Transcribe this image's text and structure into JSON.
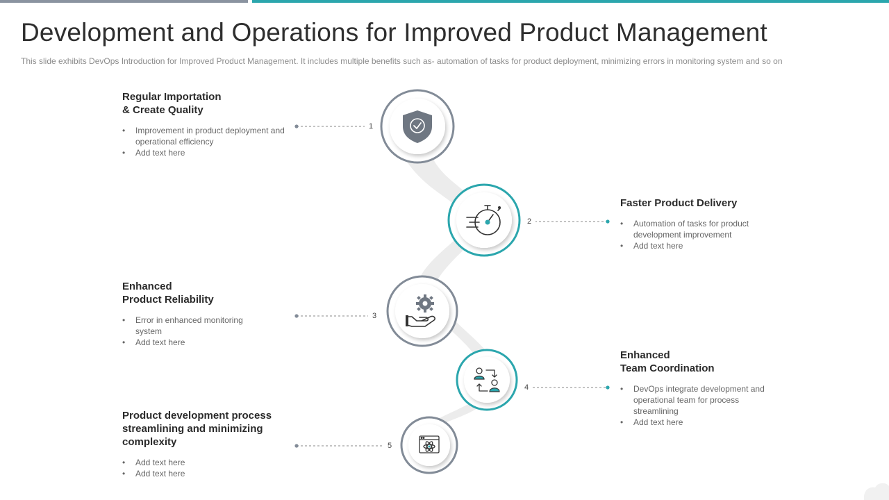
{
  "header": {
    "title": "Development and Operations for Improved Product Management",
    "subtitle": "This slide exhibits DevOps  Introduction for Improved  Product Management.  It includes multiple benefits such as- automation of tasks for product deployment,  minimizing errors in monitoring  system and so on"
  },
  "colors": {
    "gray_accent": "#8a93a0",
    "teal_accent": "#2ba6ad",
    "connector_gray": "#e8e8e8"
  },
  "steps": [
    {
      "number": "1",
      "title": [
        "Regular Importation",
        "& Create Quality"
      ],
      "bullets": [
        "Improvement  in product deployment and operational efficiency",
        "Add text here"
      ],
      "icon": "shield-check-icon",
      "accent": "gray"
    },
    {
      "number": "2",
      "title": [
        "Faster Product Delivery"
      ],
      "bullets": [
        "Automation of tasks for product development  improvement",
        "Add text here"
      ],
      "icon": "stopwatch-icon",
      "accent": "teal"
    },
    {
      "number": "3",
      "title": [
        "Enhanced",
        "Product Reliability"
      ],
      "bullets": [
        "Error in enhanced monitoring system",
        "Add text here"
      ],
      "icon": "gear-hand-icon",
      "accent": "gray"
    },
    {
      "number": "4",
      "title": [
        "Enhanced",
        "Team Coordination"
      ],
      "bullets": [
        "DevOps   integrate development and operational team for process streamlining",
        "Add text here"
      ],
      "icon": "team-exchange-icon",
      "accent": "teal"
    },
    {
      "number": "5",
      "title": [
        "Product development process",
        "streamlining and minimizing",
        "complexity"
      ],
      "bullets": [
        "Add text here",
        "Add text here"
      ],
      "icon": "browser-atom-icon",
      "accent": "gray"
    }
  ]
}
